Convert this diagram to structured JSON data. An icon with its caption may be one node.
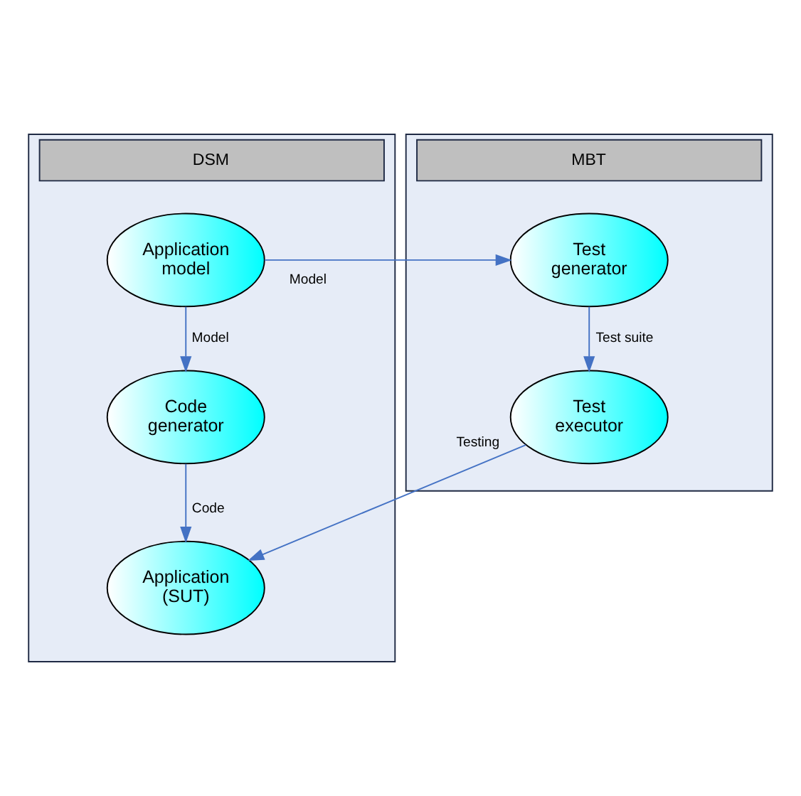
{
  "diagram": {
    "nodes": [
      {
        "text": [
          "DSM"
        ]
      },
      {
        "text": [
          "Application model"
        ],
        "in": 0
      },
      {
        "text": [
          "Code generator"
        ],
        "in": 0
      },
      {
        "text": [
          "Application (SUT)"
        ],
        "in": 0
      },
      {
        "text": [
          "MBT"
        ]
      },
      {
        "text": [
          "Test generator"
        ],
        "in": 4
      },
      {
        "text": [
          "Test executor"
        ],
        "in": 4
      }
    ],
    "edges": [
      {
        "from": 1,
        "to": 2,
        "arrow": "to",
        "label": "Model"
      },
      {
        "from": 2,
        "to": 3,
        "arrow": "to",
        "label": "Code"
      },
      {
        "from": 1,
        "to": 5,
        "arrow": "to",
        "label": "Model"
      },
      {
        "from": 5,
        "to": 6,
        "arrow": "to",
        "label": "Test suite"
      },
      {
        "from": 6,
        "to": 3,
        "arrow": "to",
        "label": "Testing"
      }
    ]
  }
}
